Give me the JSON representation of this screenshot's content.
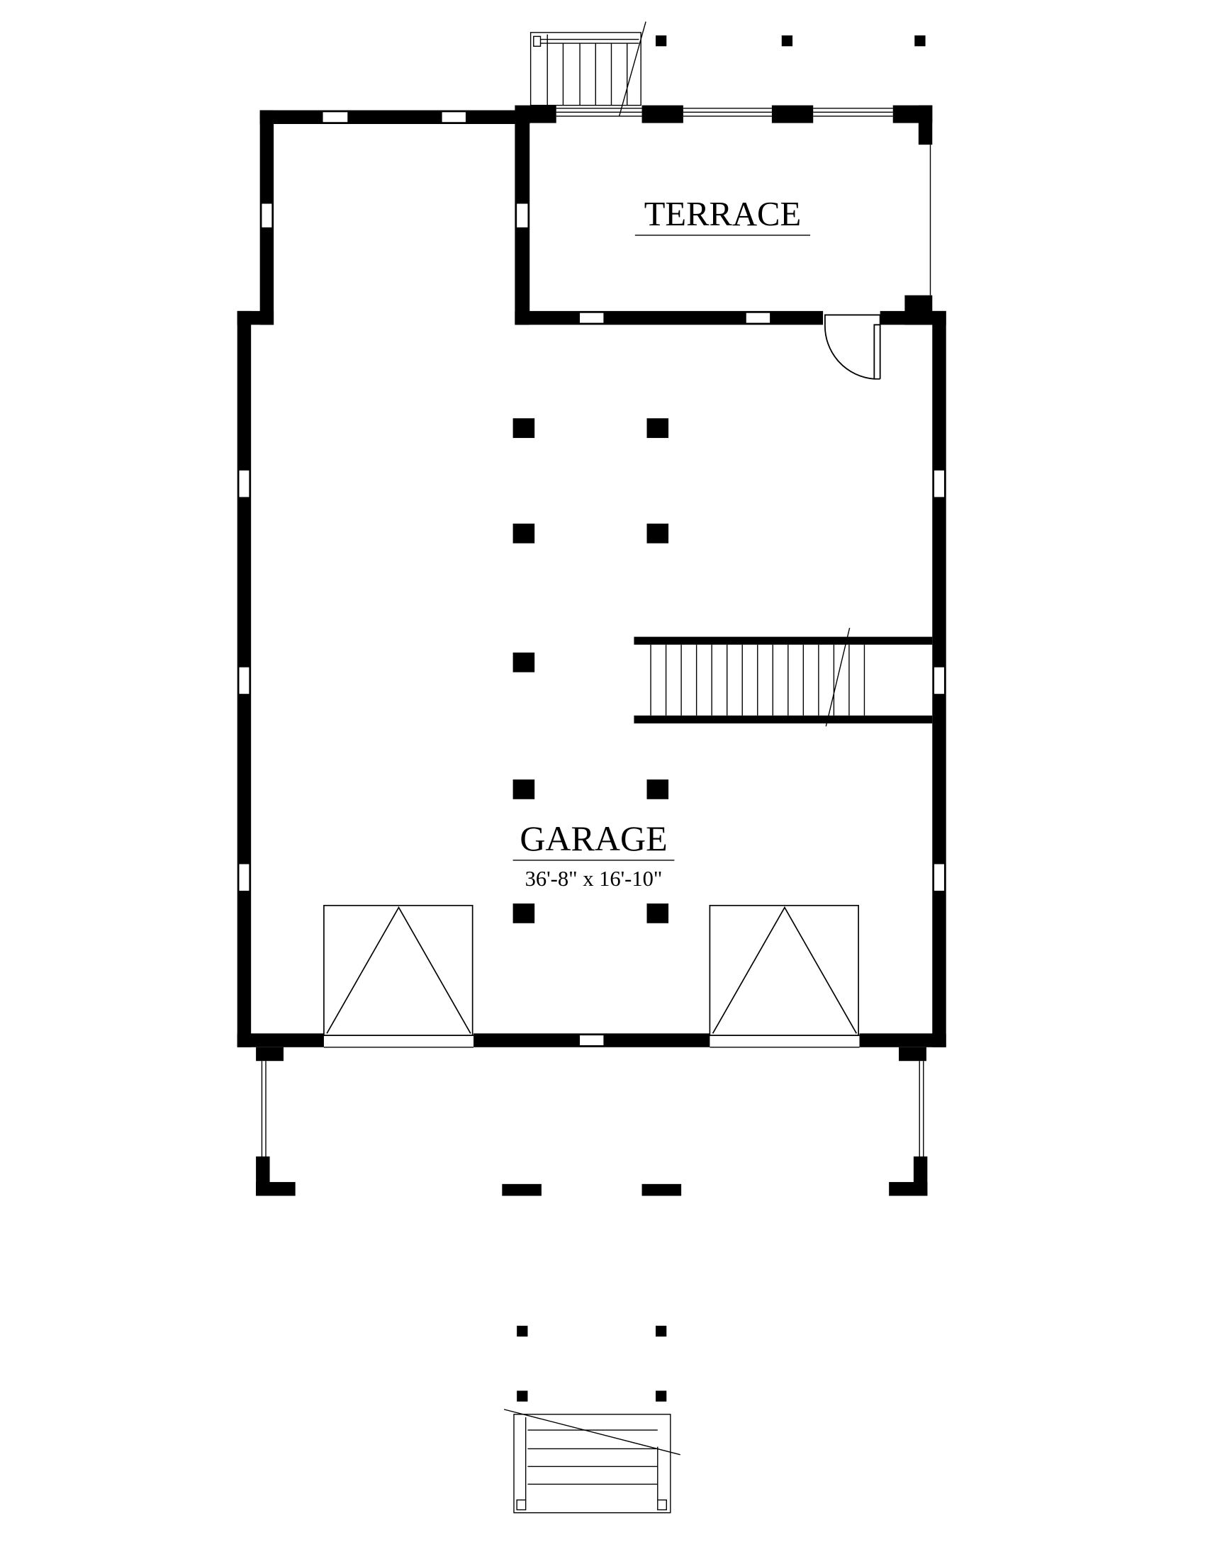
{
  "rooms": {
    "terrace": {
      "name": "TERRACE"
    },
    "garage": {
      "name": "GARAGE",
      "dimensions": "36'-8\" x 16'-10\""
    }
  },
  "colors": {
    "wall": "#000000",
    "background": "#ffffff"
  }
}
